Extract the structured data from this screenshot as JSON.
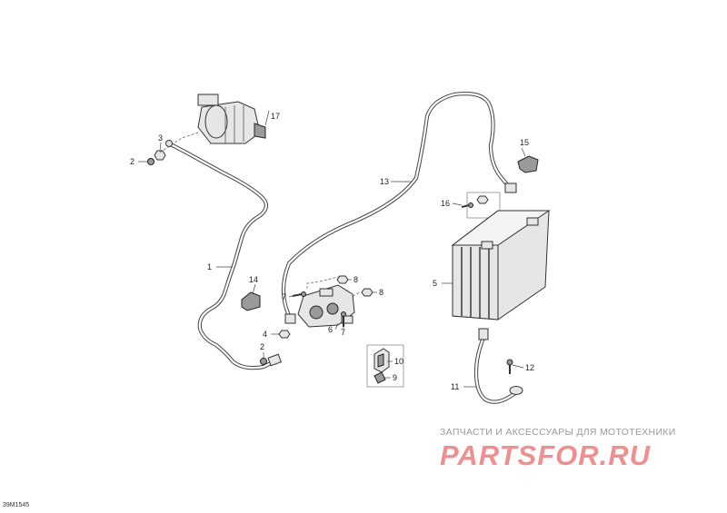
{
  "callouts": {
    "c1": "1",
    "c2a": "2",
    "c2b": "2",
    "c3": "3",
    "c4": "4",
    "c5": "5",
    "c6": "6",
    "c7a": "7",
    "c7b": "7",
    "c8a": "8",
    "c8b": "8",
    "c9": "9",
    "c10": "10",
    "c11": "11",
    "c12": "12",
    "c13": "13",
    "c14": "14",
    "c15": "15",
    "c16": "16",
    "c17": "17"
  },
  "reference_code": "39M1545",
  "watermark": {
    "text": "ЗАПЧАСТИ И АКСЕССУАРЫ ДЛЯ МОТОТЕХНИКИ",
    "logo": "PARTSFOR.RU"
  }
}
